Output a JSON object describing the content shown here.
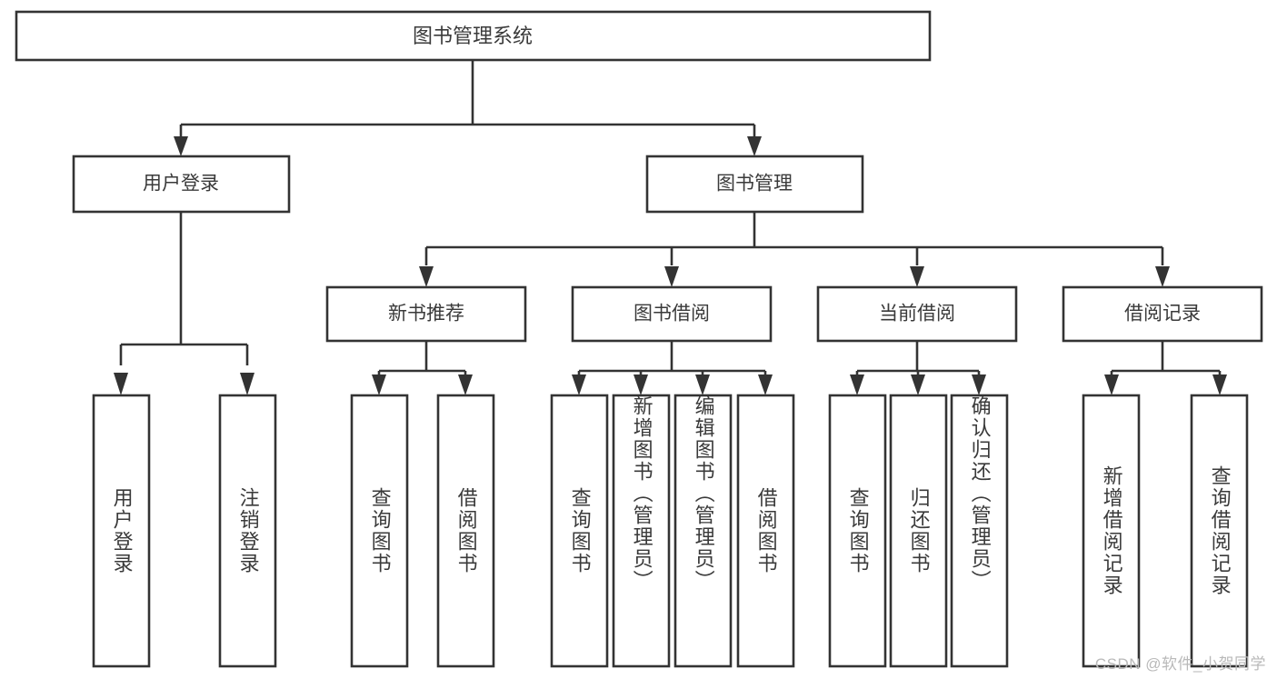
{
  "diagram": {
    "title": "图书管理系统",
    "type": "tree-hierarchy",
    "root": {
      "label": "图书管理系统"
    },
    "level2": [
      {
        "label": "用户登录"
      },
      {
        "label": "图书管理"
      }
    ],
    "level3": [
      {
        "label": "新书推荐"
      },
      {
        "label": "图书借阅"
      },
      {
        "label": "当前借阅"
      },
      {
        "label": "借阅记录"
      }
    ],
    "leaves": [
      {
        "label": "用户登录",
        "parent": "用户登录"
      },
      {
        "label": "注销登录",
        "parent": "用户登录"
      },
      {
        "label": "查询图书",
        "parent": "新书推荐"
      },
      {
        "label": "借阅图书",
        "parent": "新书推荐"
      },
      {
        "label": "查询图书",
        "parent": "图书借阅"
      },
      {
        "label": "新增图书（管理员）",
        "parent": "图书借阅"
      },
      {
        "label": "编辑图书（管理员）",
        "parent": "图书借阅"
      },
      {
        "label": "借阅图书",
        "parent": "图书借阅"
      },
      {
        "label": "查询图书",
        "parent": "当前借阅"
      },
      {
        "label": "归还图书",
        "parent": "当前借阅"
      },
      {
        "label": "确认归还（管理员）",
        "parent": "当前借阅"
      },
      {
        "label": "新增借阅记录",
        "parent": "借阅记录"
      },
      {
        "label": "查询借阅记录",
        "parent": "借阅记录"
      }
    ],
    "watermark": "CSDN @软件_小贺同学",
    "colors": {
      "box_stroke": "#333333",
      "box_fill": "#ffffff",
      "text": "#3a3a3a",
      "background": "#ffffff",
      "watermark": "#b9b9b9"
    }
  }
}
